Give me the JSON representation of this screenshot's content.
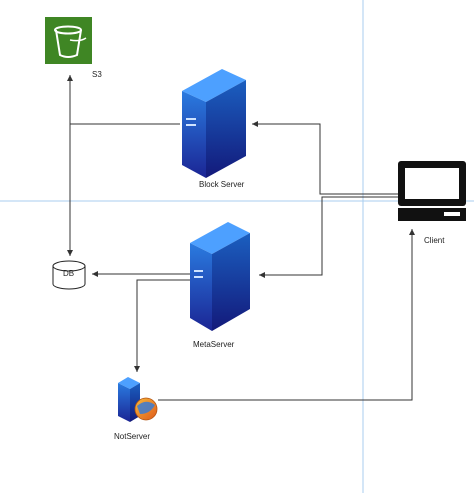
{
  "diagram": {
    "nodes": {
      "s3": {
        "label": "S3",
        "icon": "s3-bucket-icon",
        "color": "#3f8624"
      },
      "block_server": {
        "label": "Block Server",
        "icon": "server-tower-icon"
      },
      "client": {
        "label": "Client",
        "icon": "computer-monitor-icon"
      },
      "db": {
        "label": "DB",
        "icon": "database-cylinder-icon"
      },
      "meta_server": {
        "label": "MetaServer",
        "icon": "server-tower-icon"
      },
      "notifier": {
        "label": "NotServer",
        "icon": "server-globe-icon"
      }
    },
    "colors": {
      "server_top": "#1e66c8",
      "server_bottom": "#1a1f8c",
      "edge": "#333333",
      "separator": "#9cc7ea"
    }
  }
}
